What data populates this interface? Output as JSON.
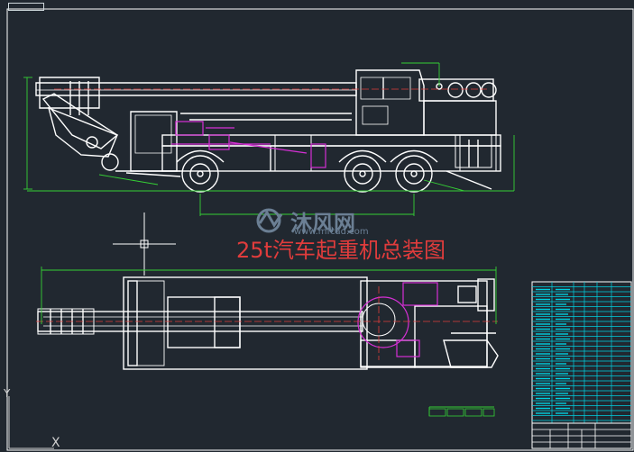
{
  "drawing": {
    "title": "25t汽车起重机总装图",
    "watermark_text": "沐风网",
    "watermark_url": "www.mfcad.com",
    "axis_y_label": "Y",
    "axis_x_label": "X"
  },
  "colors": {
    "background": "#212830",
    "lines": "#ffffff",
    "dimensions": "#35d135",
    "highlight": "#d530d5",
    "centerline": "#e03c3c",
    "table": "#00d0e0"
  },
  "parts_table": {
    "rows": 28
  }
}
